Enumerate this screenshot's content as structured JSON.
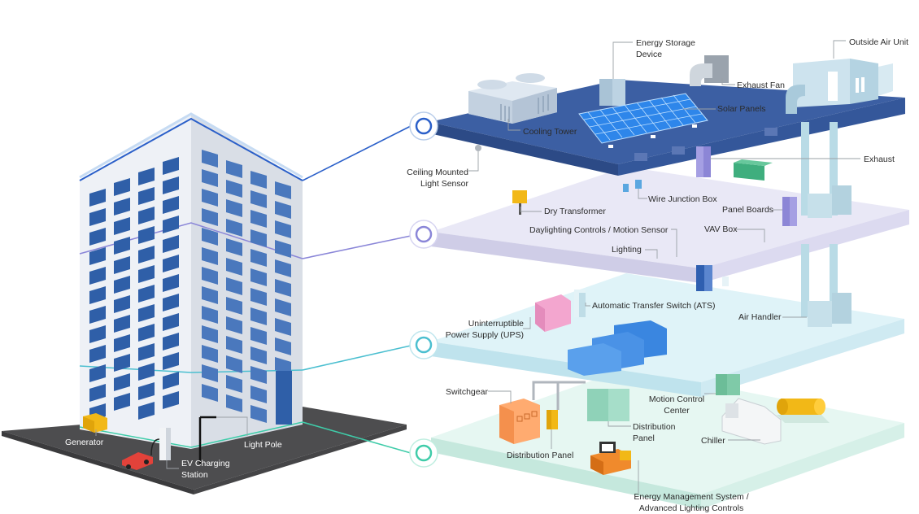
{
  "labels": {
    "energy_storage": "Energy Storage\nDevice",
    "outside_air_unit": "Outside Air Unit",
    "exhaust_fan": "Exhaust Fan",
    "solar_panels": "Solar Panels",
    "cooling_tower": "Cooling Tower",
    "exhaust": "Exhaust",
    "ceiling_sensor": "Ceiling Mounted\nLight Sensor",
    "dry_transformer": "Dry Transformer",
    "wire_junction": "Wire Junction Box",
    "panel_boards": "Panel Boards",
    "daylighting": "Daylighting Controls / Motion Sensor",
    "vav_box": "VAV Box",
    "lighting": "Lighting",
    "ats": "Automatic Transfer Switch (ATS)",
    "ups": "Uninterruptible\nPower Supply (UPS)",
    "air_handler": "Air Handler",
    "switchgear": "Switchgear",
    "motion_control": "Motion Control\nCenter",
    "distribution_panel_right": "Distribution\nPanel",
    "chiller": "Chiller",
    "distribution_panel_left": "Distribution Panel",
    "ems": "Energy Management System /\nAdvanced Lighting Controls",
    "generator": "Generator",
    "ev_charging": "EV Charging\nStation",
    "light_pole": "Light Pole"
  },
  "colors": {
    "roof_floor": "#3c5fa3",
    "floor2": "#d9d8ef",
    "floor3": "#c6e9f1",
    "floor4": "#c8eee4",
    "line_roof": "#2a5fc9",
    "line_floor2": "#8a86d8",
    "line_floor3": "#4bbfd0",
    "line_floor4": "#3fcca9",
    "building_window": "#2f5fa8",
    "building_wall": "#e6ebf2",
    "ground": "#4d4d4f"
  }
}
